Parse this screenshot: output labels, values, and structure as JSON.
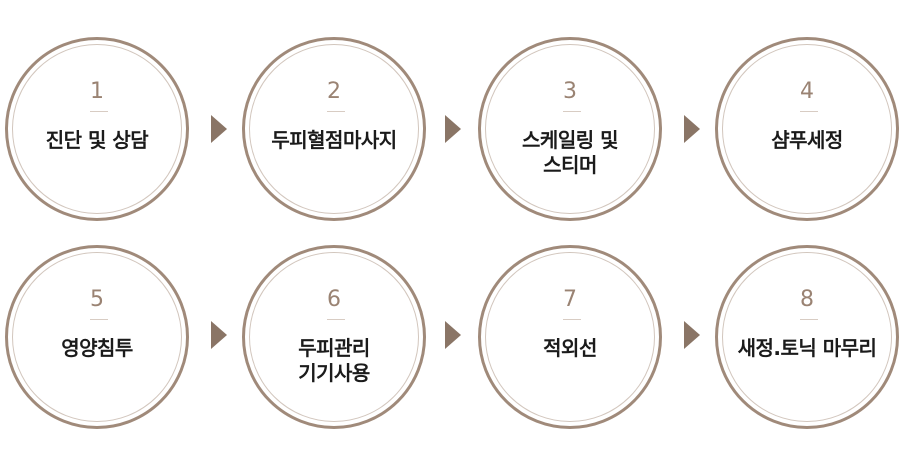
{
  "steps": [
    {
      "number": "1",
      "label": "진단 및 상담"
    },
    {
      "number": "2",
      "label": "두피혈점마사지"
    },
    {
      "number": "3",
      "label": "스케일링 및\n스티머"
    },
    {
      "number": "4",
      "label": "샴푸세정"
    },
    {
      "number": "5",
      "label": "영양침투"
    },
    {
      "number": "6",
      "label": "두피관리\n기기사용"
    },
    {
      "number": "7",
      "label": "적외선"
    },
    {
      "number": "8",
      "label": "새정.토닉 마무리"
    }
  ],
  "colors": {
    "ring": "#a08a7a",
    "ring_inner": "#d2c6bd",
    "number": "#9a8373",
    "arrow": "#8a7566",
    "label": "#1b1b1b"
  },
  "icons": {
    "arrow": "triangle-right-icon"
  }
}
